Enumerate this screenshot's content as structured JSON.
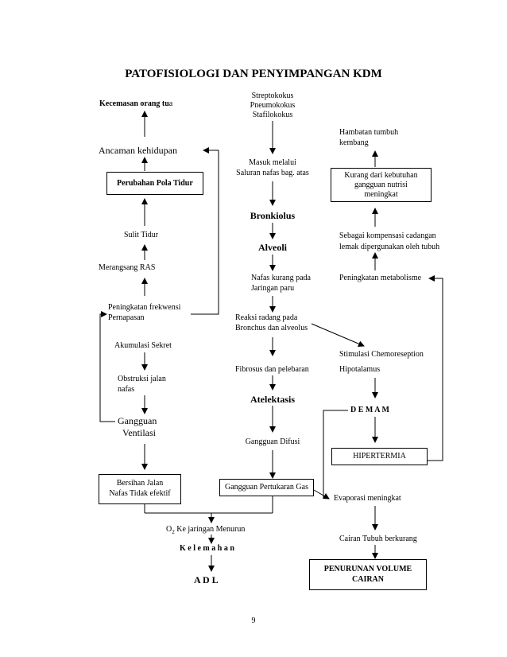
{
  "title": "PATOFISIOLOGI DAN PENYIMPANGAN KDM",
  "left": {
    "kecemasan_pre": "Kecemasan orang tu",
    "kecemasan_suffix": "a",
    "ancaman": "Ancaman kehidupan",
    "perubahan_pola_tidur": "Perubahan Pola Tidur",
    "sulit_tidur": "Sulit Tidur",
    "merangsang_ras": "Merangsang RAS",
    "peningkatan_frekwensi_1": "Peningkatan frekwensi",
    "peningkatan_frekwensi_2": "Pernapasan",
    "akumulasi_sekret": "Akumulasi Sekret",
    "obstruksi_1": "Obstruksi jalan",
    "obstruksi_2": "nafas",
    "gangguan_ventilasi_1": "Gangguan",
    "gangguan_ventilasi_2": "Ventilasi",
    "bersihan_1": "Bersihan Jalan",
    "bersihan_2": "Nafas Tidak efektif"
  },
  "center": {
    "bakteri_1": "Streptokokus",
    "bakteri_2": "Pneumokokus",
    "bakteri_3": "Stafilokokus",
    "masuk_1": "Masuk melalui",
    "masuk_2": "Saluran nafas bag. atas",
    "bronkiolus": "Bronkiolus",
    "alveoli": "Alveoli",
    "nafas_kurang_1": "Nafas kurang pada",
    "nafas_kurang_2": "Jaringan paru",
    "reaksi_1": "Reaksi radang pada",
    "reaksi_2": "Bronchus dan alveolus",
    "fibrosus": "Fibrosus dan pelebaran",
    "atelektasis": "Atelektasis",
    "gangguan_difusi": "Gangguan Difusi",
    "gangguan_pertukaran_gas": "Gangguan Pertukaran Gas",
    "o2_prefix": "O",
    "o2_sub": "2",
    "o2_rest": " Ke jaringan Menurun",
    "kelemahan": "K e l e m a h a n",
    "adl": "A  D  L"
  },
  "right": {
    "hambatan_1": "Hambatan tumbuh",
    "hambatan_2": "kembang",
    "kurang_1": "Kurang dari kebutuhan",
    "kurang_2": "gangguan nutrisi",
    "kurang_3": "meningkat",
    "kompensasi_1": "Sebagai kompensasi cadangan",
    "kompensasi_2": "lemak dipergunakan oleh tubuh",
    "peningkatan_metabolisme": "Peningkatan metabolisme",
    "stimulasi": "Stimulasi Chemoreseption",
    "hipotalamus": "Hipotalamus",
    "demam": "D E M A M",
    "hipertermia": "HIPERTERMIA",
    "evaporasi": "Evaporasi meningkat",
    "cairan": "Cairan Tubuh berkurang",
    "penurunan_1": "PENURUNAN VOLUME",
    "penurunan_2": "CAIRAN"
  },
  "page_number": "9"
}
